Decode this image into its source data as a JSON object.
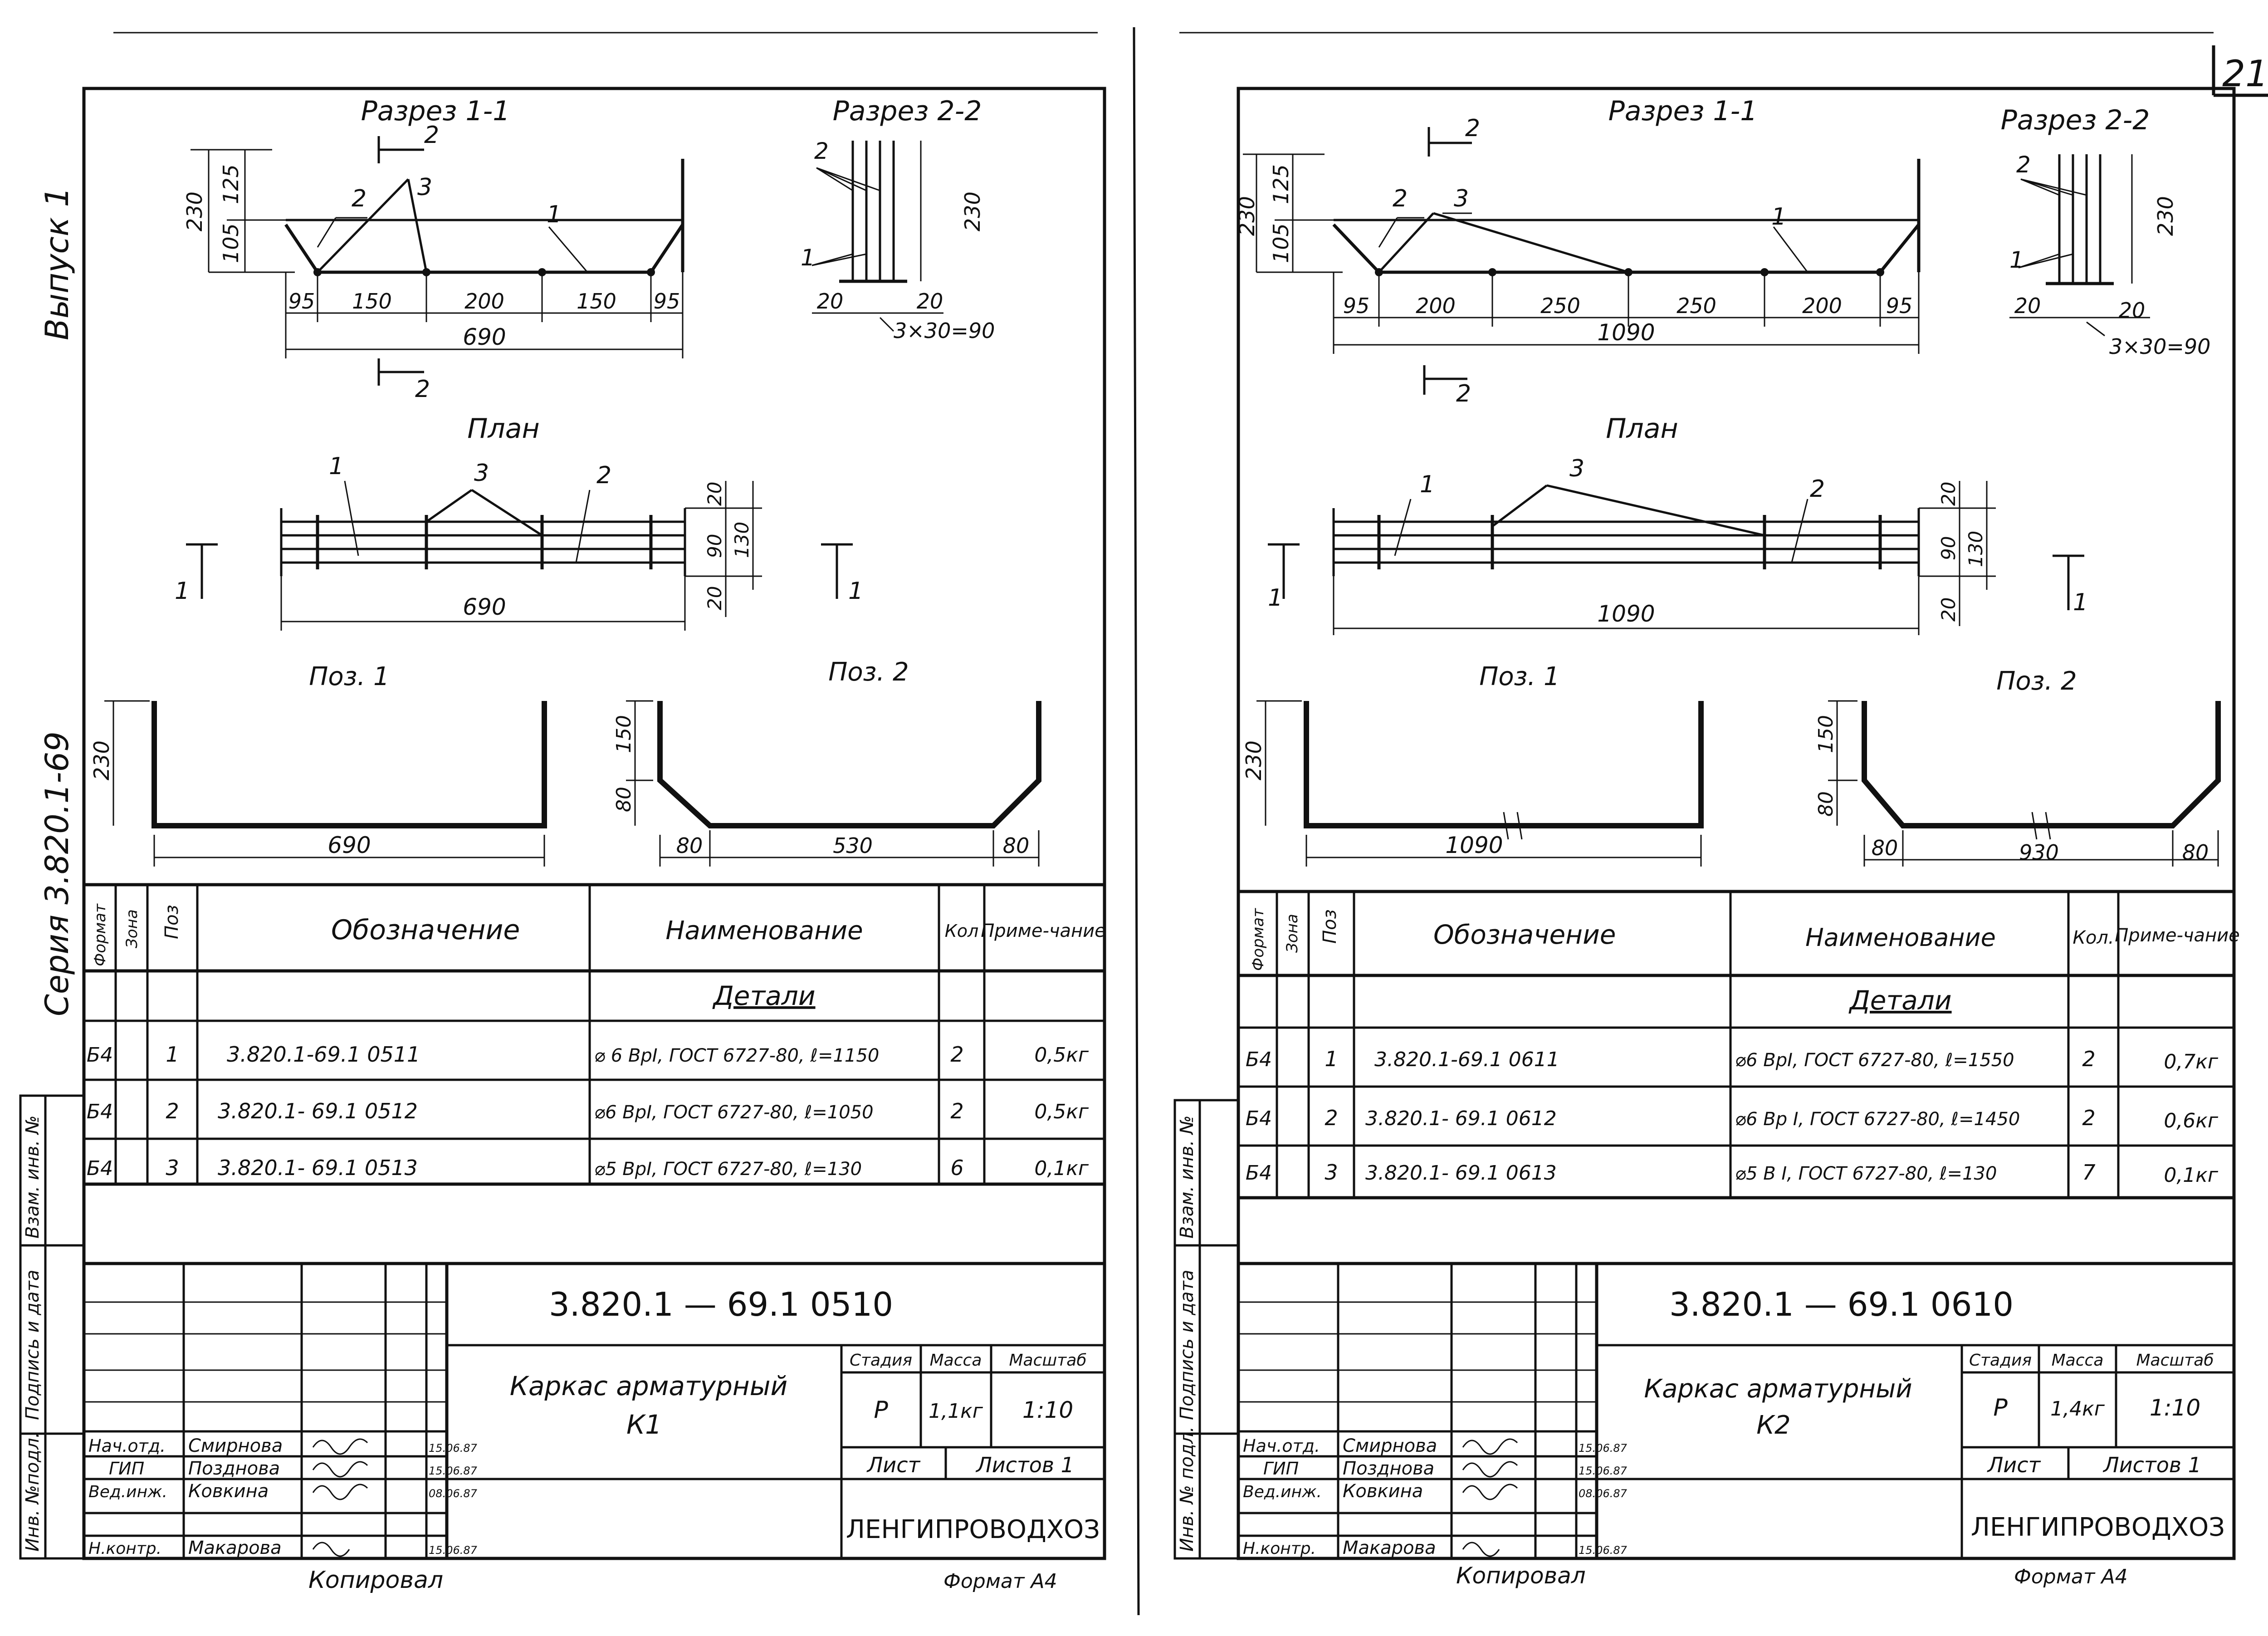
{
  "page_number": "21",
  "sheets": [
    {
      "id": "k1",
      "side_labels": {
        "top": "Выпуск 1",
        "middle": "Серия 3.820.1-69"
      },
      "side_columns": [
        "Инв. №подл.",
        "Подпись и дата",
        "Взам. инв. №"
      ],
      "section11": {
        "title": "Разрез 1-1",
        "arrow_label": "2",
        "h_total": "230",
        "h_top": "125",
        "h_bot": "105",
        "leaders": [
          "2",
          "3",
          "1"
        ],
        "dims": [
          "95",
          "150",
          "200",
          "150",
          "95"
        ],
        "total": "690"
      },
      "section22": {
        "title": "Разрез 2-2",
        "leaders": [
          "2",
          "1"
        ],
        "h": "230",
        "left": "20",
        "right": "20",
        "spacing": "3×30=90"
      },
      "plan": {
        "title": "План",
        "leaders": [
          "1",
          "3",
          "2"
        ],
        "cut_label": "1",
        "total": "690",
        "dims_right": [
          "20",
          "90",
          "130",
          "20"
        ]
      },
      "pos1": {
        "title": "Поз. 1",
        "h": "230",
        "len": "690"
      },
      "pos2": {
        "title": "Поз. 2",
        "h_top": "150",
        "h_bot": "80",
        "left": "80",
        "mid": "530",
        "right": "80"
      },
      "spec": {
        "headers": {
          "format": "Формат",
          "zone": "Зона",
          "pos": "Поз",
          "designation": "Обозначение",
          "name": "Наименование",
          "qty": "Кол",
          "note": "Приме-чание"
        },
        "section": "Детали",
        "rows": [
          {
            "format": "Б4",
            "pos": "1",
            "designation": "3.820.1-69.1  0511",
            "name": "⌀ 6 ВрⅠ, ГОСТ 6727-80, ℓ=1150",
            "qty": "2",
            "note": "0,5кг"
          },
          {
            "format": "Б4",
            "pos": "2",
            "designation": "3.820.1- 69.1  0512",
            "name": "⌀6 ВрⅠ, ГОСТ 6727-80,  ℓ=1050",
            "qty": "2",
            "note": "0,5кг"
          },
          {
            "format": "Б4",
            "pos": "3",
            "designation": "3.820.1- 69.1  0513",
            "name": "⌀5 ВрⅠ, ГОСТ 6727-80,  ℓ=130",
            "qty": "6",
            "note": "0,1кг"
          }
        ]
      },
      "title_block": {
        "code": "3.820.1 — 69.1   0510",
        "title": "Каркас арматурный",
        "mark": "К1",
        "stage_label": "Стадия",
        "mass_label": "Масса",
        "scale_label": "Масштаб",
        "stage": "Р",
        "mass": "1,1кг",
        "scale": "1:10",
        "sheet_label": "Лист",
        "sheets_label": "Листов 1",
        "org": "ЛЕНГИПРОВОДХОЗ",
        "people": [
          {
            "role": "Нач.отд.",
            "name": "Смирнова",
            "date": "15.06.87"
          },
          {
            "role": "ГИП",
            "name": "Позднова",
            "date": "15.06.87"
          },
          {
            "role": "Вед.инж.",
            "name": "Ковкина",
            "date": "08.06.87"
          },
          {
            "role": "Н.контр.",
            "name": "Макарова",
            "date": "15.06.87"
          }
        ]
      },
      "footer": {
        "copied": "Копировал",
        "format": "Формат А4"
      }
    },
    {
      "id": "k2",
      "side_columns": [
        "Инв. № подл.",
        "Подпись и дата",
        "Взам. инв. №"
      ],
      "section11": {
        "title": "Разрез 1-1",
        "arrow_label": "2",
        "h_total": "230",
        "h_top": "125",
        "h_bot": "105",
        "leaders": [
          "2",
          "3",
          "1"
        ],
        "dims": [
          "95",
          "200",
          "250",
          "250",
          "200",
          "95"
        ],
        "total": "1090"
      },
      "section22": {
        "title": "Разрез 2-2",
        "leaders": [
          "2",
          "1"
        ],
        "h": "230",
        "left": "20",
        "right": "20",
        "spacing": "3×30=90"
      },
      "plan": {
        "title": "План",
        "leaders": [
          "1",
          "3",
          "2"
        ],
        "cut_label": "1",
        "total": "1090",
        "dims_right": [
          "20",
          "90",
          "130",
          "20"
        ]
      },
      "pos1": {
        "title": "Поз. 1",
        "h": "230",
        "len": "1090"
      },
      "pos2": {
        "title": "Поз. 2",
        "h_top": "150",
        "h_bot": "80",
        "left": "80",
        "mid": "930",
        "right": "80"
      },
      "spec": {
        "headers": {
          "format": "Формат",
          "zone": "Зона",
          "pos": "Поз",
          "designation": "Обозначение",
          "name": "Наименование",
          "qty": "Кол.",
          "note": "Приме-чание"
        },
        "section": "Детали",
        "rows": [
          {
            "format": "Б4",
            "pos": "1",
            "designation": "3.820.1-69.1   0611",
            "name": "⌀6 ВрⅠ, ГОСТ 6727-80, ℓ=1550",
            "qty": "2",
            "note": "0,7кг"
          },
          {
            "format": "Б4",
            "pos": "2",
            "designation": "3.820.1- 69.1   0612",
            "name": "⌀6 Вр Ⅰ, ГОСТ 6727-80, ℓ=1450",
            "qty": "2",
            "note": "0,6кг"
          },
          {
            "format": "Б4",
            "pos": "3",
            "designation": "3.820.1- 69.1   0613",
            "name": "⌀5 В Ⅰ, ГОСТ 6727-80,  ℓ=130",
            "qty": "7",
            "note": "0,1кг"
          }
        ]
      },
      "title_block": {
        "code": "3.820.1 — 69.1   0610",
        "title": "Каркас арматурный",
        "mark": "К2",
        "stage_label": "Стадия",
        "mass_label": "Масса",
        "scale_label": "Масштаб",
        "stage": "Р",
        "mass": "1,4кг",
        "scale": "1:10",
        "sheet_label": "Лист",
        "sheets_label": "Листов 1",
        "org": "ЛЕНГИПРОВОДХОЗ",
        "people": [
          {
            "role": "Нач.отд.",
            "name": "Смирнова",
            "date": "15.06.87"
          },
          {
            "role": "ГИП",
            "name": "Позднова",
            "date": "15.06.87"
          },
          {
            "role": "Вед.инж.",
            "name": "Ковкина",
            "date": "08.06.87"
          },
          {
            "role": "Н.контр.",
            "name": "Макарова",
            "date": "15.06.87"
          }
        ]
      },
      "footer": {
        "copied": "Копировал",
        "format": "Формат А4"
      }
    }
  ]
}
